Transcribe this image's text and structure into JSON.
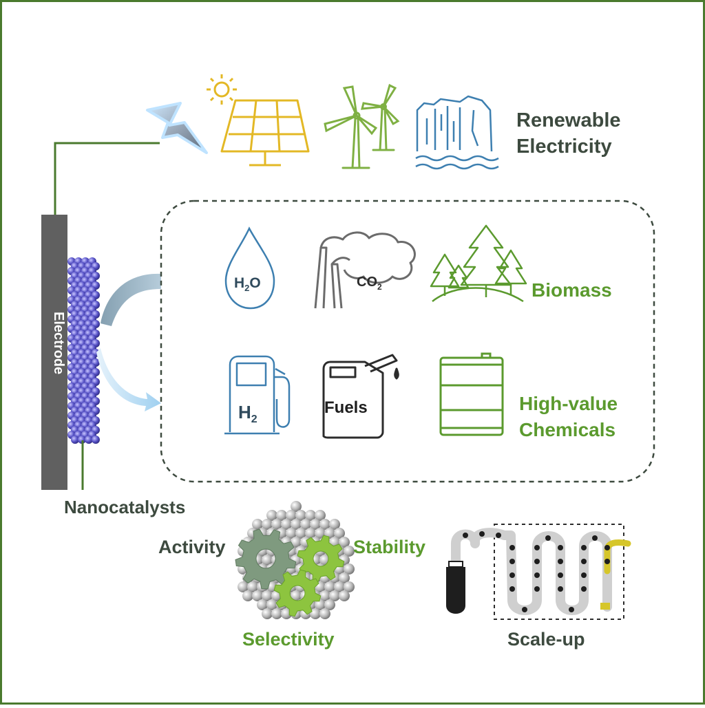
{
  "renewable": {
    "line1": "Renewable",
    "line2": "Electricity"
  },
  "inputs": {
    "h2o": "H2O",
    "co2": "CO2",
    "biomass": "Biomass"
  },
  "outputs": {
    "h2": "H2",
    "fuels": "Fuels",
    "hvc_line1": "High-value",
    "hvc_line2": "Chemicals"
  },
  "electrode": {
    "label": "Electrode",
    "catalyst_label": "Nanocatalysts"
  },
  "properties": {
    "activity": "Activity",
    "stability": "Stability",
    "selectivity": "Selectivity"
  },
  "scaleup": {
    "label": "Scale-up"
  },
  "colors": {
    "frame": "#4a7a2e",
    "solar": "#e3b825",
    "wind": "#7fb043",
    "water": "#3d7fb0",
    "factory": "#6b6b6b",
    "biomass": "#5b9a2e",
    "electrode": "#606060",
    "catalyst": "#5a55c9",
    "gear_dark": "#7f9a7f",
    "gear_light": "#8dc43f"
  }
}
